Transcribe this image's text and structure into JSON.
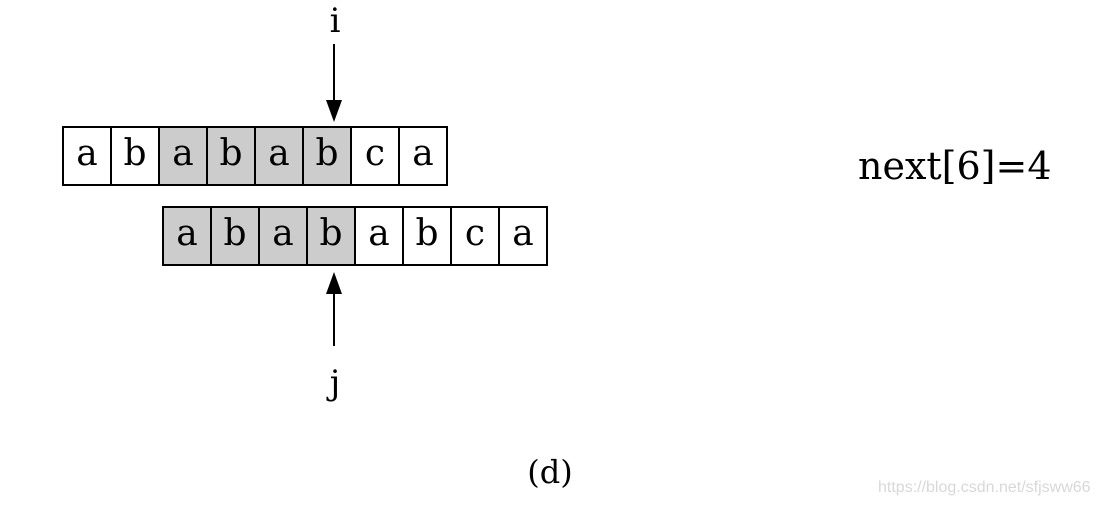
{
  "pointers": {
    "i": "i",
    "j": "j"
  },
  "text_row": {
    "cells": [
      {
        "char": "a",
        "shaded": false
      },
      {
        "char": "b",
        "shaded": false
      },
      {
        "char": "a",
        "shaded": true
      },
      {
        "char": "b",
        "shaded": true
      },
      {
        "char": "a",
        "shaded": true
      },
      {
        "char": "b",
        "shaded": true
      },
      {
        "char": "c",
        "shaded": false
      },
      {
        "char": "a",
        "shaded": false
      }
    ]
  },
  "pattern_row": {
    "cells": [
      {
        "char": "a",
        "shaded": true
      },
      {
        "char": "b",
        "shaded": true
      },
      {
        "char": "a",
        "shaded": true
      },
      {
        "char": "b",
        "shaded": true
      },
      {
        "char": "a",
        "shaded": false
      },
      {
        "char": "b",
        "shaded": false
      },
      {
        "char": "c",
        "shaded": false
      },
      {
        "char": "a",
        "shaded": false
      }
    ]
  },
  "next_expression": "next[6]=4",
  "caption": "(d)",
  "watermark": "https://blog.csdn.net/sfjsww66",
  "colors": {
    "shaded_cell": "#cccccc",
    "border": "#000000",
    "watermark": "#d8d8d8"
  }
}
